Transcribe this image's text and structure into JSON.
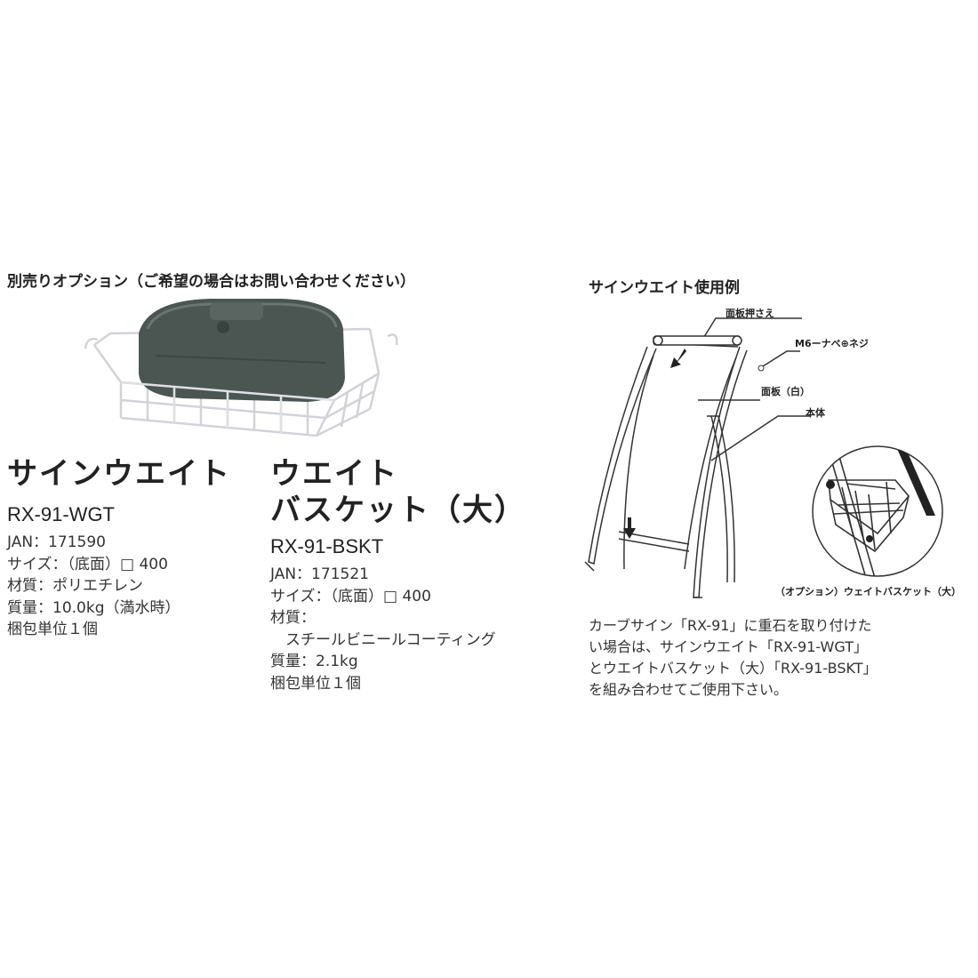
{
  "section_title": "別売りオプション（ご希望の場合はお問い合わせください）",
  "product_weight": {
    "name": "サインウエイト",
    "model": "RX-91-WGT",
    "specs": [
      "JAN：171590",
      "サイズ：（底面）□ 400",
      "材質：ポリエチレン",
      "質量：10.0kg（満水時）",
      "梱包単位１個"
    ]
  },
  "product_basket": {
    "name_line1": "ウエイト",
    "name_line2": "バスケット（大）",
    "model": "RX-91-BSKT",
    "specs": [
      "JAN：171521",
      "サイズ：（底面）□ 400",
      "材質：",
      "　スチールビニールコーティング",
      "質量：2.1kg",
      "梱包単位１個"
    ]
  },
  "usage": {
    "title": "サインウエイト使用例",
    "callouts": {
      "face_holder": "面板押さえ",
      "screw": "M6ーナベ⊕ネジ",
      "face_panel": "面板（白）",
      "body": "本体"
    },
    "inset_caption": "（オプション）ウェイトバスケット（大）",
    "description": [
      "カーブサイン「RX-91」に重石を取り付けた",
      "い場合は、サインウエイト「RX-91-WGT」",
      "とウエイトバスケット（大）「RX-91-BSKT」",
      "を組み合わせてご使用下さい。"
    ]
  },
  "colors": {
    "tank": "#4b5552",
    "basket_wire": "#d8d8dc",
    "text": "#222222"
  }
}
